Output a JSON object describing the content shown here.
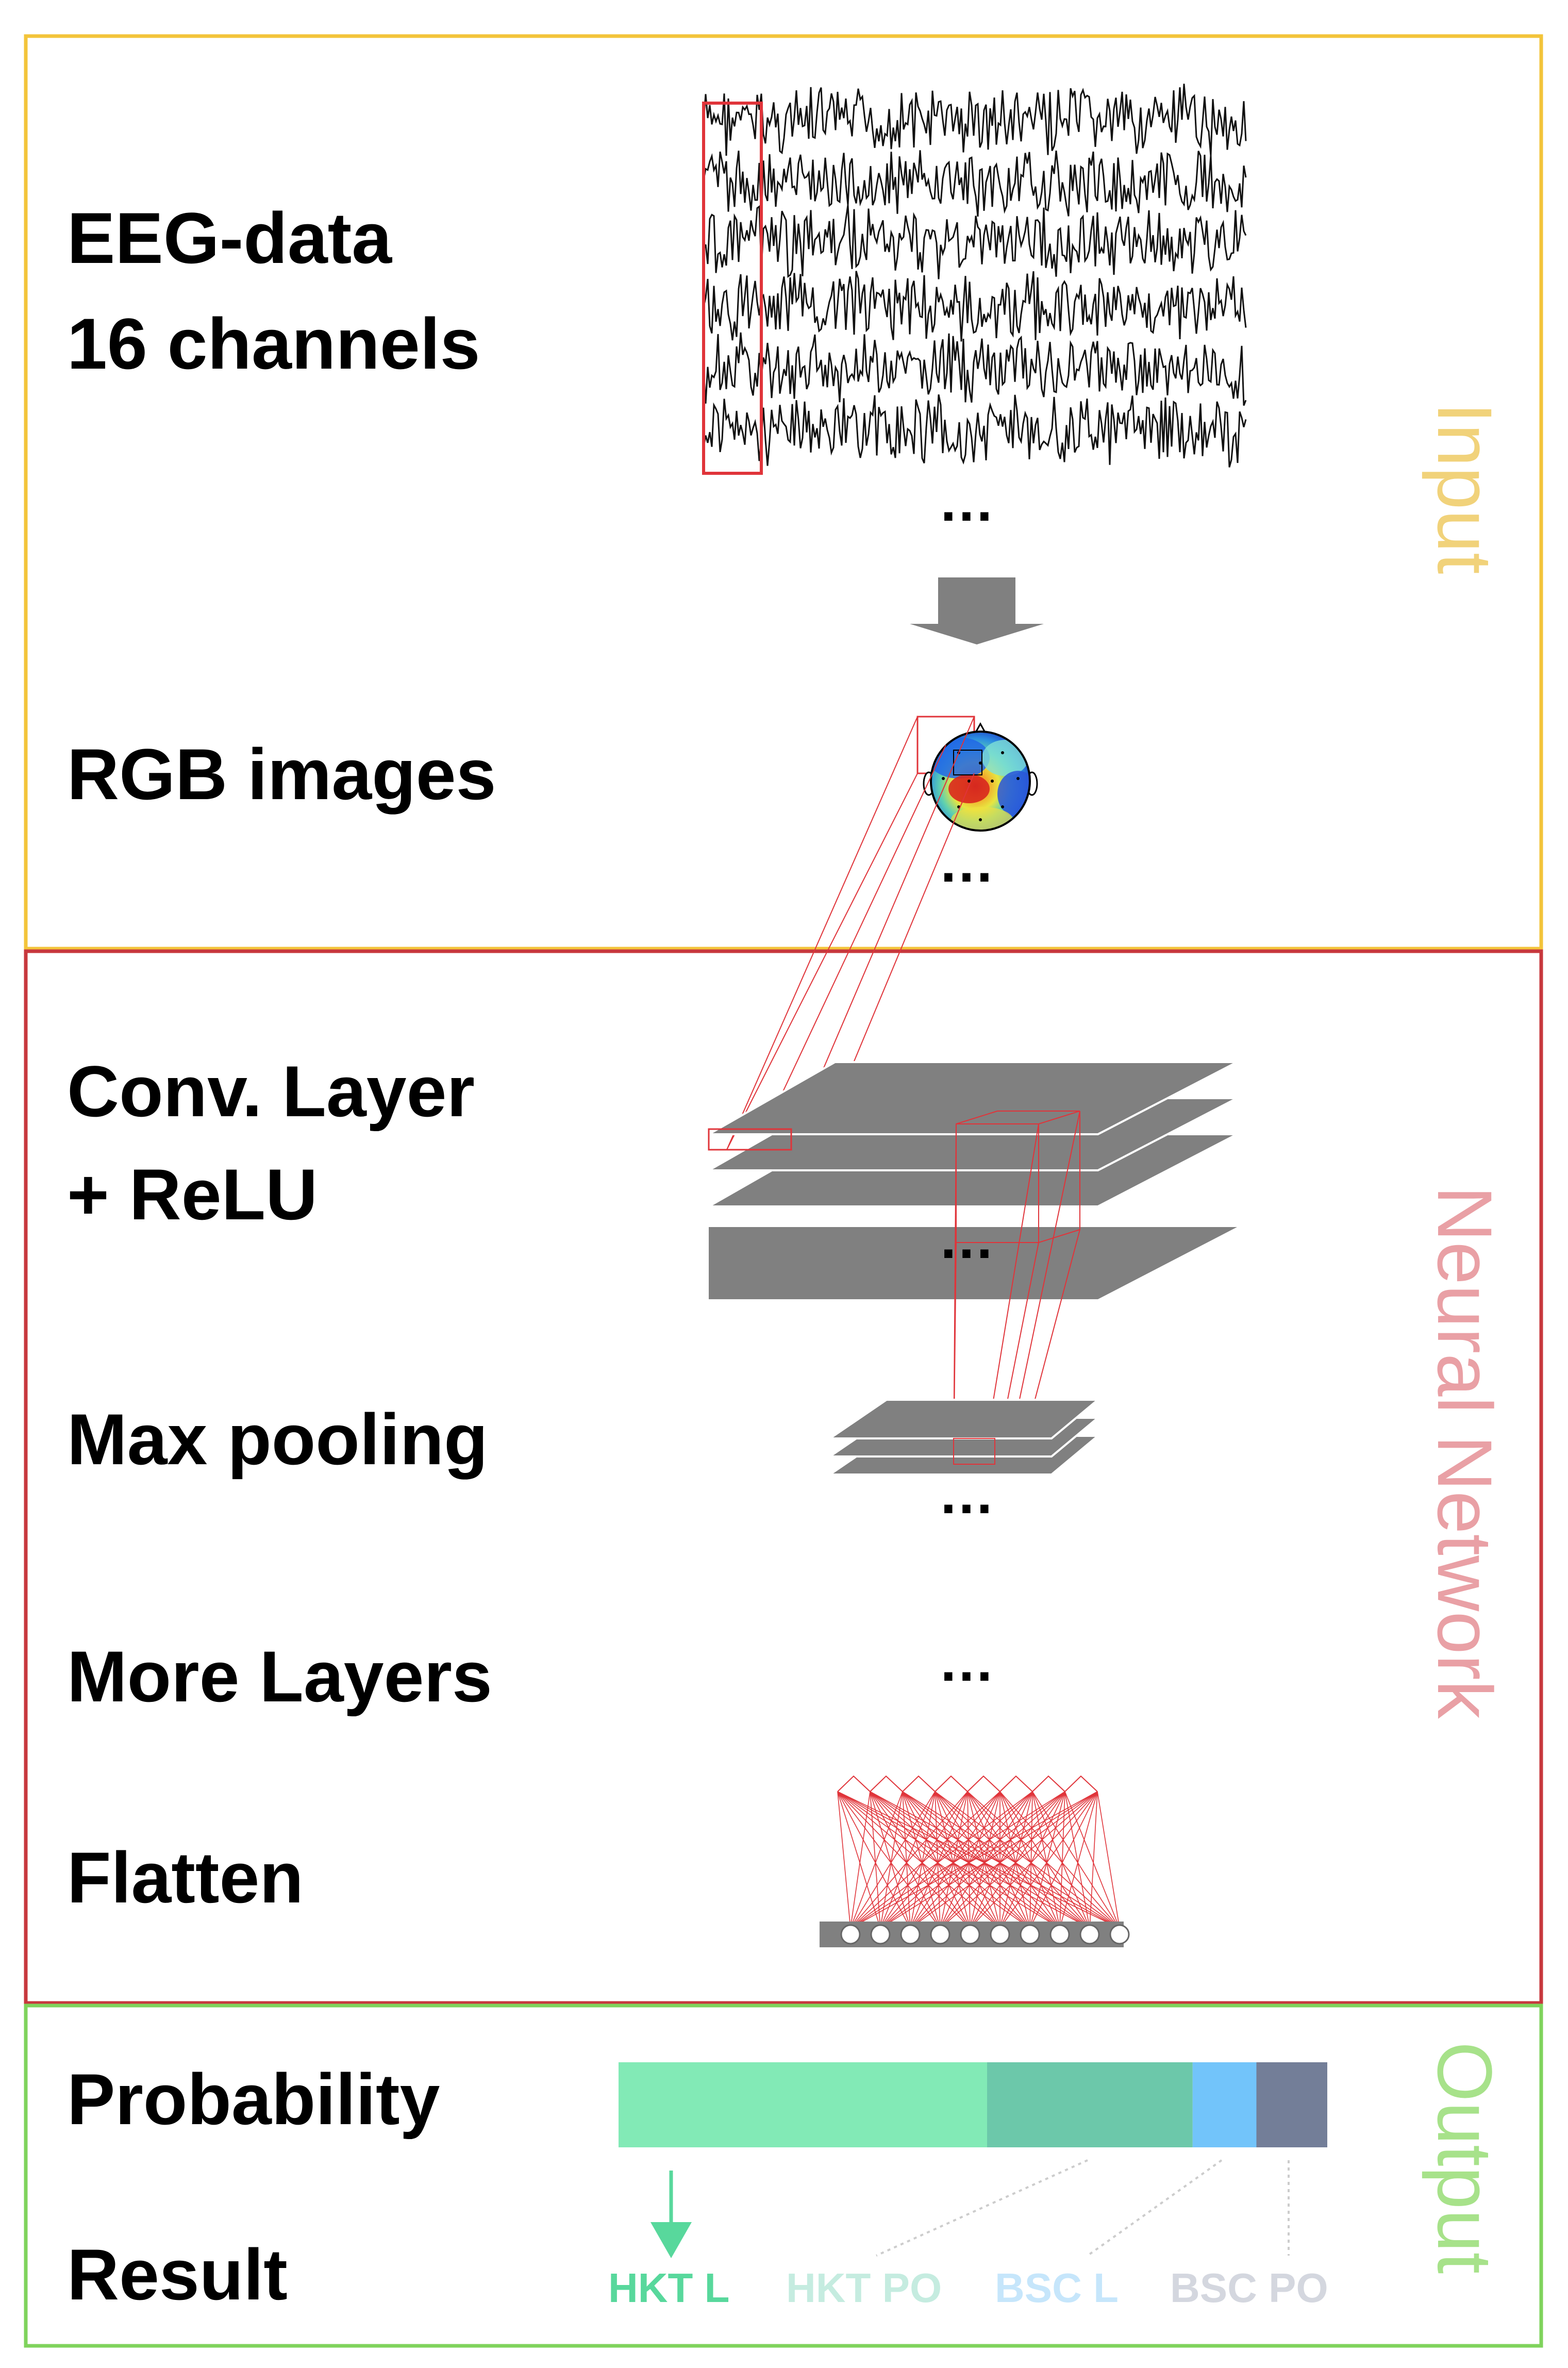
{
  "colors": {
    "input_border": "#f3c43a",
    "input_label": "#f1d27a",
    "network_border": "#c7383d",
    "network_label": "#e9a0a5",
    "output_border": "#7fd35c",
    "output_label": "#a7e28a",
    "layer_gray": "#808080",
    "line_red": "#e0343a"
  },
  "sections": {
    "input": "Input",
    "network": "Neural Network",
    "output": "Output"
  },
  "labels": {
    "eeg_line1": "EEG-data",
    "eeg_line2": "16 channels",
    "rgb": "RGB images",
    "conv_line1": "Conv. Layer",
    "conv_line2": "+ ReLU",
    "maxpool": "Max pooling",
    "more": "More Layers",
    "flatten": "Flatten",
    "probability": "Probability",
    "result": "Result"
  },
  "ellipsis": "…",
  "icons": {
    "down_arrow": "down-arrow-icon",
    "head": "scalp-map-icon"
  },
  "probability_bar": [
    {
      "label": "HKT L",
      "value": 0.52,
      "color": "#82eab6",
      "text_color": "#58d89c"
    },
    {
      "label": "HKT PO",
      "value": 0.29,
      "color": "#6cc8aa",
      "text_color": "#c5ece0"
    },
    {
      "label": "BSC L",
      "value": 0.09,
      "color": "#72c4fa",
      "text_color": "#c6e6fb"
    },
    {
      "label": "BSC PO",
      "value": 0.1,
      "color": "#737e98",
      "text_color": "#d4d7df"
    }
  ],
  "result": "HKT L"
}
